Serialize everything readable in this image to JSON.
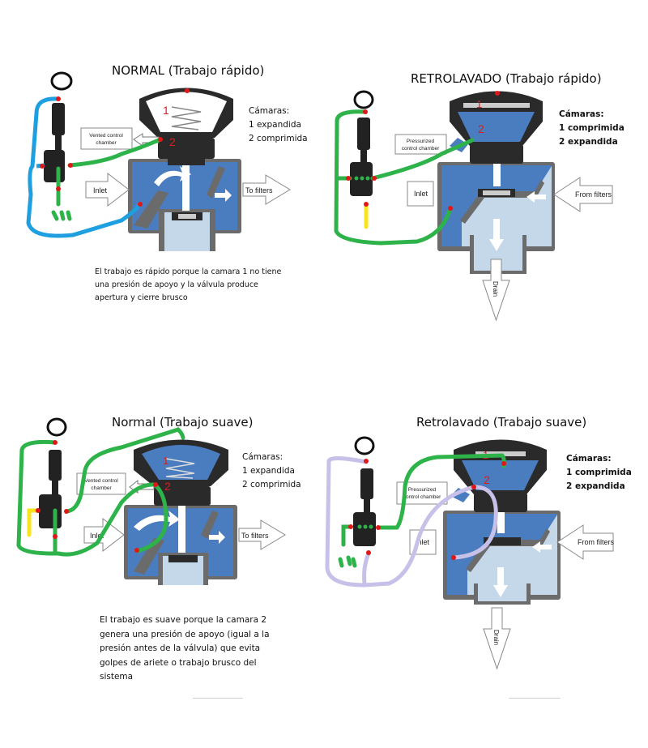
{
  "panels": [
    {
      "id": "normal-rapido",
      "title": "NORMAL (Trabajo rápido)",
      "camaras_heading": "Cámaras:",
      "camaras": [
        "1 expandida",
        "2 comprimida"
      ],
      "chamber_label_line1": "Vented control",
      "chamber_label_line2": "chamber",
      "inlet_label": "Inlet",
      "flow_label": "To filters",
      "chamber1_number": "1",
      "chamber2_number": "2",
      "tube_color": "#1ea0e0",
      "description": "El trabajo es rápido porque la camara 1 no tiene una presión de apoyo y la válvula produce apertura y cierre brusco"
    },
    {
      "id": "retrolavado-rapido",
      "title": "RETROLAVADO (Trabajo rápido)",
      "camaras_heading": "Cámaras:",
      "camaras": [
        "1 comprimida",
        "2 expandida"
      ],
      "chamber_label_line1": "Pressurized",
      "chamber_label_line2": "control chamber",
      "inlet_label": "Inlet",
      "flow_label": "From filters",
      "drain_label": "Drain",
      "chamber1_number": "1",
      "chamber2_number": "2",
      "tube_color": "#2db34a"
    },
    {
      "id": "normal-suave",
      "title": "Normal (Trabajo suave)",
      "camaras_heading": "Cámaras:",
      "camaras": [
        "1 expandida",
        "2 comprimida"
      ],
      "chamber_label_line1": "Vented control",
      "chamber_label_line2": "chamber",
      "inlet_label": "Inlet",
      "flow_label": "To filters",
      "chamber1_number": "1",
      "chamber2_number": "2",
      "tube_color": "#2db34a",
      "description": "El trabajo es suave porque la camara 2 genera una presión de apoyo (igual a la presión antes de la válvula) que evita golpes de ariete o trabajo brusco del sistema"
    },
    {
      "id": "retrolavado-suave",
      "title": "Retrolavado (Trabajo suave)",
      "camaras_heading": "Cámaras:",
      "camaras": [
        "1 comprimida",
        "2 expandida"
      ],
      "chamber_label_line1": "Pressurized",
      "chamber_label_line2": "control chamber",
      "inlet_label": "Inlet",
      "flow_label": "From filters",
      "drain_label": "Drain",
      "chamber1_number": "1",
      "chamber2_number": "2",
      "tube_color": "#c7c0e8"
    }
  ],
  "colors": {
    "water_dark": "#4a7cc0",
    "water_light": "#c5d8ea",
    "body_gray": "#6b6b6b",
    "cap_black": "#2a2a2a",
    "green_tube": "#2db34a",
    "blue_tube": "#1ea0e0",
    "lilac_tube": "#c7c0e8",
    "yellow_tube": "#f5e51a",
    "port_red": "#e01818",
    "chamber_number_red": "#d82020"
  }
}
